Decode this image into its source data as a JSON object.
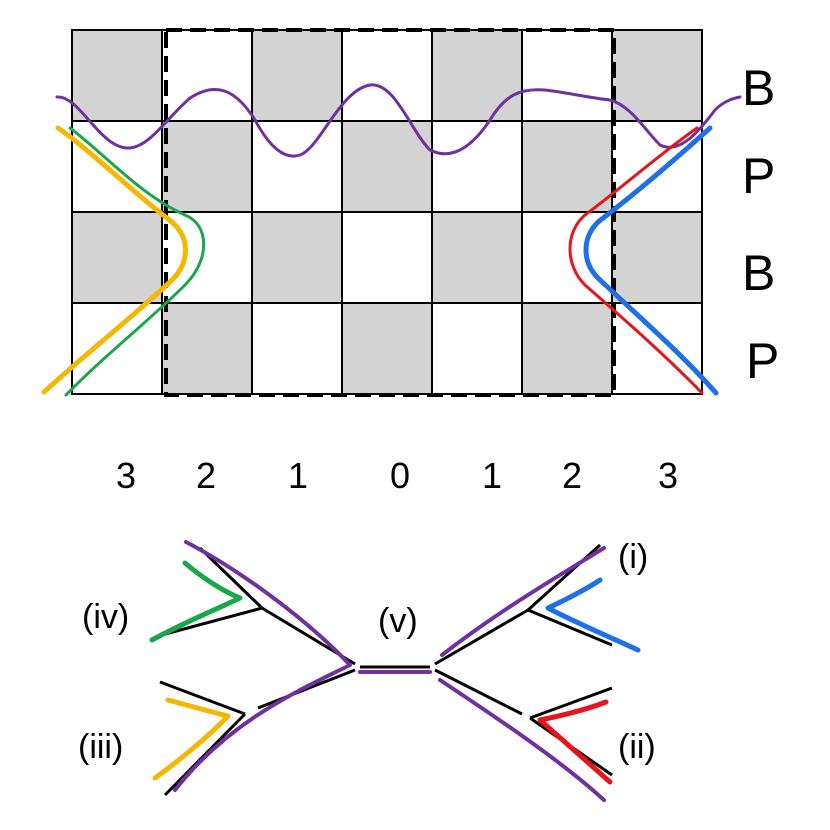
{
  "grid": {
    "columns": 7,
    "rows": 4,
    "shaded_color": "#d3d3d3",
    "white_color": "#ffffff",
    "line_color": "#000000"
  },
  "row_labels": [
    "B",
    "P",
    "B",
    "P"
  ],
  "column_labels": [
    "3",
    "2",
    "1",
    "0",
    "1",
    "2",
    "3"
  ],
  "branch_labels": {
    "i": "(i)",
    "ii": "(ii)",
    "iii": "(iii)",
    "iv": "(iv)",
    "v": "(v)"
  },
  "colors": {
    "purple": "#7030a0",
    "green": "#1aa64a",
    "yellow": "#f5b800",
    "red": "#e8141b",
    "blue": "#1f6fe8"
  }
}
